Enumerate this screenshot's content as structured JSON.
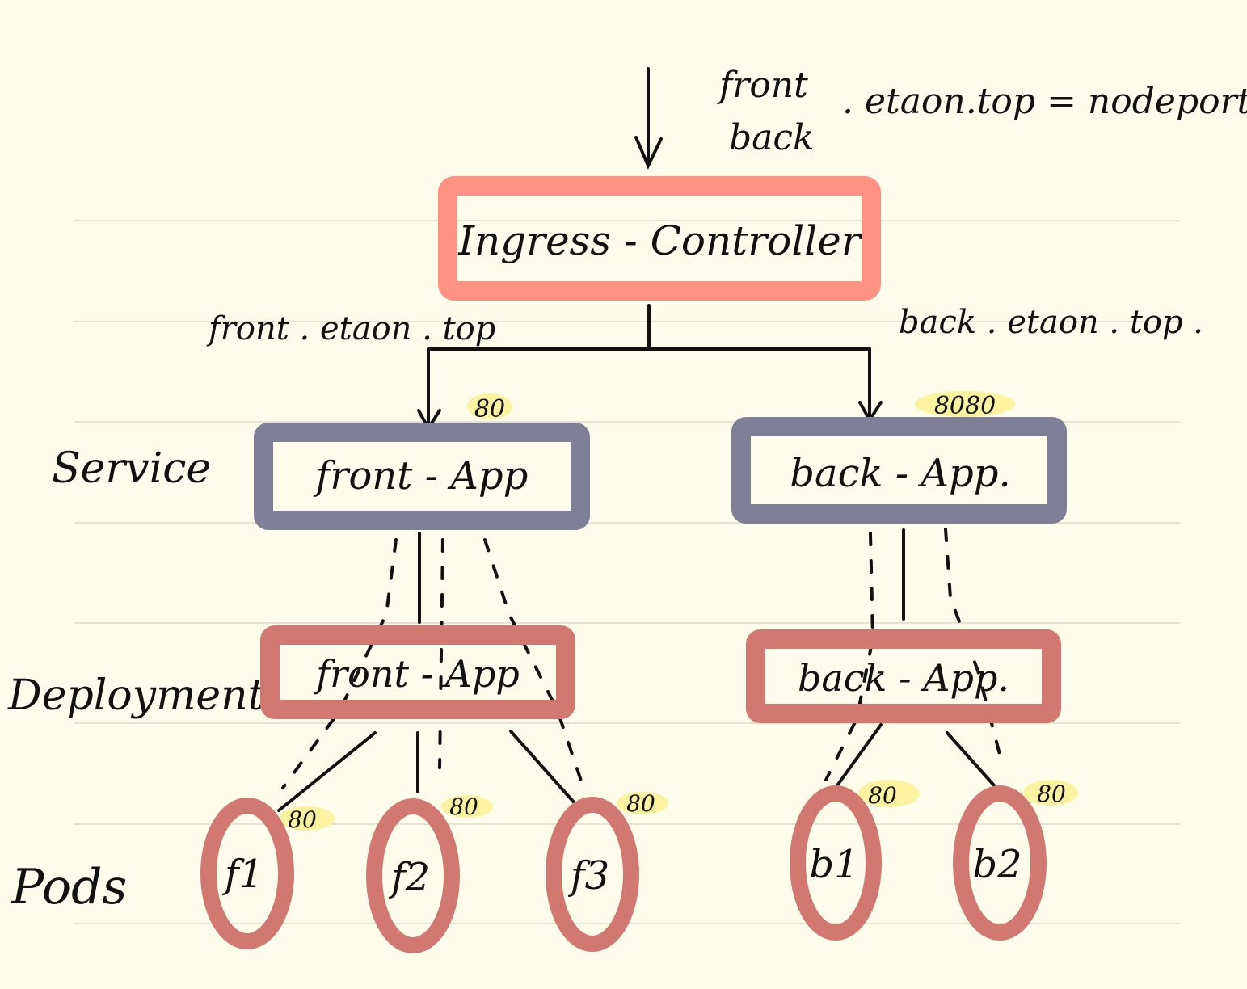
{
  "top_note": {
    "hosts": [
      "front",
      "back"
    ],
    "suffix": ". etaon.top = nodeport"
  },
  "ingress": {
    "label": "Ingress - Controller"
  },
  "routes": {
    "front_host": "front . etaon . top",
    "back_host": "back . etaon . top ."
  },
  "row_labels": {
    "service": "Service",
    "deployment": "Deployment",
    "pods": "Pods"
  },
  "services": {
    "front": {
      "label": "front - App",
      "port": "80"
    },
    "back": {
      "label": "back - App.",
      "port": "8080"
    }
  },
  "deployments": {
    "front": {
      "label": "front - App"
    },
    "back": {
      "label": "back - App."
    }
  },
  "pods": [
    {
      "label": "f1",
      "port": "80"
    },
    {
      "label": "f2",
      "port": "80"
    },
    {
      "label": "f3",
      "port": "80"
    },
    {
      "label": "b1",
      "port": "80"
    },
    {
      "label": "b2",
      "port": "80"
    }
  ],
  "colors": {
    "paper": "#FEFCEB",
    "rule_line": "#E6E2D2",
    "ingress_box": "#FC9184",
    "service_box": "#7F7F98",
    "deployment_box": "#D17870",
    "pod_ellipse": "#D17870",
    "port_highlight": "#FBF3A0",
    "ink": "#111111"
  }
}
